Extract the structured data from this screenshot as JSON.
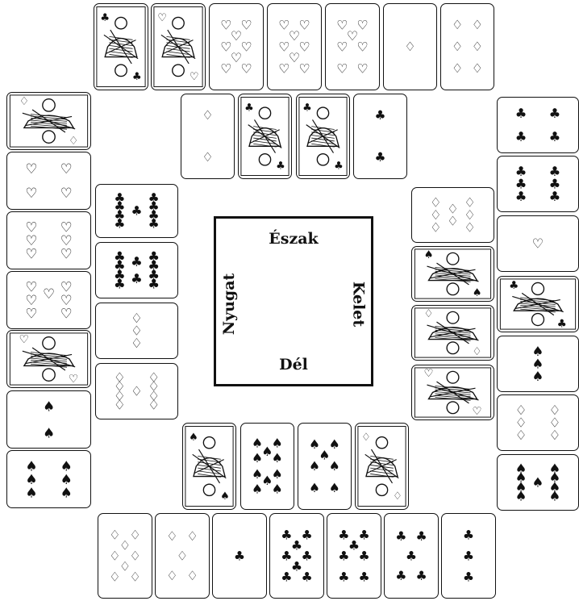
{
  "compass": {
    "north": "Észak",
    "east": "Kelet",
    "south": "Dél",
    "west": "Nyugat"
  },
  "colors": {
    "ink": "#111111",
    "paper": "#ffffff"
  },
  "hands": {
    "north": [
      {
        "rank": "K",
        "suit": "clubs"
      },
      {
        "rank": "Q",
        "suit": "hearts"
      },
      {
        "rank": "8",
        "suit": "hearts"
      },
      {
        "rank": "8",
        "suit": "hearts"
      },
      {
        "rank": "7",
        "suit": "hearts"
      },
      {
        "rank": "A",
        "suit": "diamonds"
      },
      {
        "rank": "6",
        "suit": "diamonds"
      },
      {
        "rank": "2",
        "suit": "diamonds"
      },
      {
        "rank": "K",
        "suit": "clubs"
      },
      {
        "rank": "Q",
        "suit": "clubs"
      },
      {
        "rank": "2",
        "suit": "clubs"
      }
    ],
    "west": [
      {
        "rank": "J",
        "suit": "diamonds"
      },
      {
        "rank": "4",
        "suit": "hearts"
      },
      {
        "rank": "6",
        "suit": "hearts"
      },
      {
        "rank": "7",
        "suit": "hearts"
      },
      {
        "rank": "Q",
        "suit": "hearts"
      },
      {
        "rank": "2",
        "suit": "spades"
      },
      {
        "rank": "6",
        "suit": "spades"
      },
      {
        "rank": "9",
        "suit": "clubs"
      },
      {
        "rank": "10",
        "suit": "clubs"
      },
      {
        "rank": "3",
        "suit": "diamonds"
      },
      {
        "rank": "9",
        "suit": "diamonds"
      }
    ],
    "east": [
      {
        "rank": "4",
        "suit": "clubs"
      },
      {
        "rank": "6",
        "suit": "clubs"
      },
      {
        "rank": "A",
        "suit": "hearts"
      },
      {
        "rank": "J",
        "suit": "clubs"
      },
      {
        "rank": "3",
        "suit": "spades"
      },
      {
        "rank": "6",
        "suit": "diamonds"
      },
      {
        "rank": "9",
        "suit": "spades"
      },
      {
        "rank": "8",
        "suit": "diamonds"
      },
      {
        "rank": "K",
        "suit": "spades"
      },
      {
        "rank": "Q",
        "suit": "diamonds"
      },
      {
        "rank": "K",
        "suit": "hearts"
      }
    ],
    "south": [
      {
        "rank": "K",
        "suit": "spades"
      },
      {
        "rank": "10",
        "suit": "spades"
      },
      {
        "rank": "7",
        "suit": "spades"
      },
      {
        "rank": "Q",
        "suit": "diamonds"
      },
      {
        "rank": "8",
        "suit": "diamonds"
      },
      {
        "rank": "5",
        "suit": "diamonds"
      },
      {
        "rank": "A",
        "suit": "clubs"
      },
      {
        "rank": "8",
        "suit": "clubs"
      },
      {
        "rank": "7",
        "suit": "clubs"
      },
      {
        "rank": "5",
        "suit": "clubs"
      },
      {
        "rank": "3",
        "suit": "clubs"
      }
    ]
  }
}
